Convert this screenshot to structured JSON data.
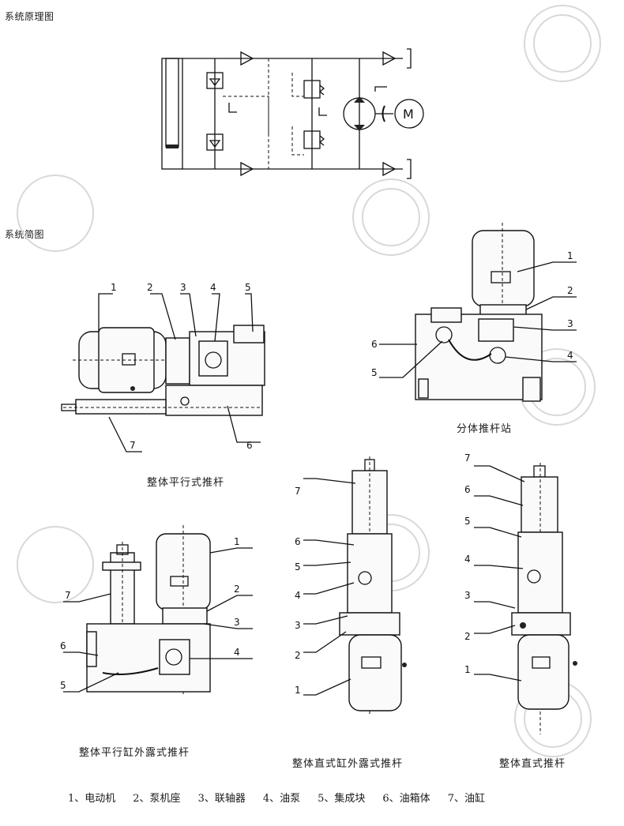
{
  "headings": {
    "schematic": "系统原理图",
    "sketch": "系统简图"
  },
  "captions": {
    "parallel_integral": "整体平行式推杆",
    "split_station": "分体推杆站",
    "parallel_exposed": "整体平行缸外露式推杆",
    "vertical_exposed": "整体直式缸外露式推杆",
    "vertical_integral": "整体直式推杆"
  },
  "motor_symbol": "M",
  "legend": [
    "1、电动机",
    "2、泵机座",
    "3、联轴器",
    "4、油泵",
    "5、集成块",
    "6、油箱体",
    "7、油缸"
  ],
  "callouts": {
    "n1": "1",
    "n2": "2",
    "n3": "3",
    "n4": "4",
    "n5": "5",
    "n6": "6",
    "n7": "7"
  }
}
